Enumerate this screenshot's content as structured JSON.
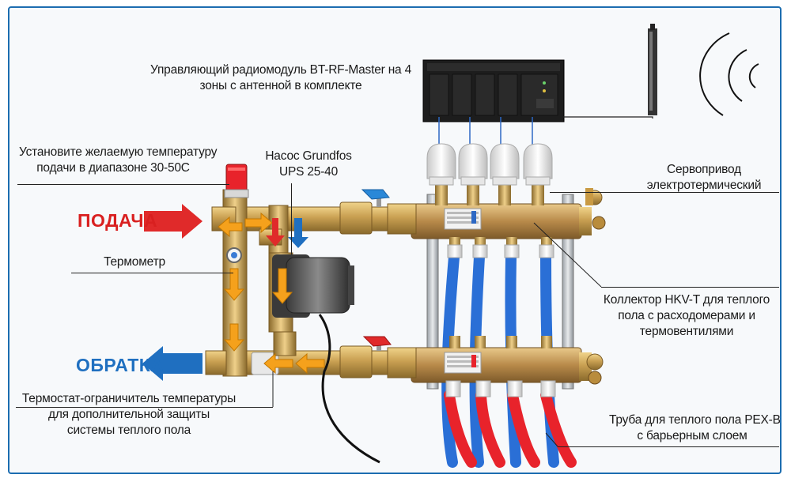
{
  "labels": {
    "radio_module_1": "Управляющий радиомодуль BT-RF-Master на 4",
    "radio_module_2": "зоны с антенной в комплекте",
    "set_temp_1": "Установите желаемую температуру",
    "set_temp_2": "подачи в диапазоне 30-50С",
    "pump_1": "Насос Grundfos",
    "pump_2": "UPS 25-40",
    "servo_1": "Сервопривод",
    "servo_2": "электротермический",
    "supply": "ПОДАЧА",
    "thermometer": "Термометр",
    "collector_1": "Коллектор HKV-T для теплого",
    "collector_2": "пола с расходомерами и",
    "collector_3": "термовентилями",
    "return": "ОБРАТКА",
    "thermostat_1": "Термостат-ограничитель температуры",
    "thermostat_2": "для дополнительной защиты",
    "thermostat_3": "системы теплого пола",
    "pipe_1": "Труба для теплого пола PEX-B",
    "pipe_2": "с барьерным слоем"
  },
  "colors": {
    "frame": "#1c6db0",
    "supply_arrow": "#e02a2a",
    "return_arrow": "#1f6fc0",
    "supply_text": "#d92020",
    "return_text": "#1f6fc0",
    "flow_arrow": "#f5a11c",
    "pipe_red": "#e8232b",
    "pipe_blue": "#2a6fd6",
    "brass": "#c9a052"
  },
  "icons": [
    "antenna-icon",
    "radio-waves-icon",
    "pump-icon",
    "thermometer-icon",
    "valve-handle-icon"
  ]
}
